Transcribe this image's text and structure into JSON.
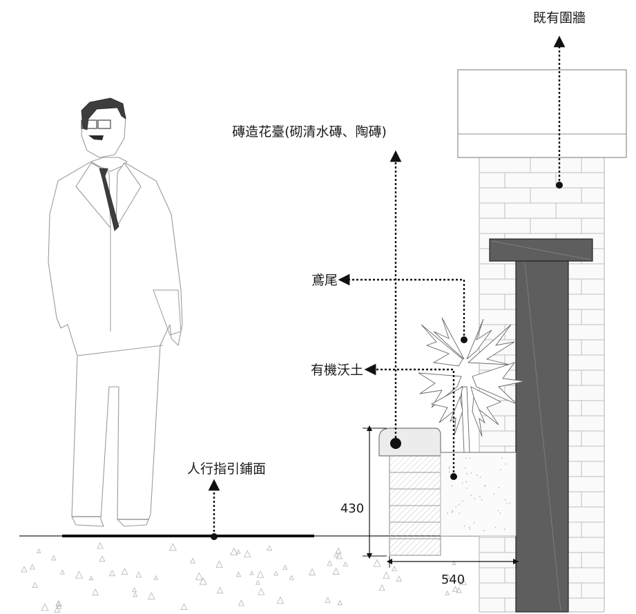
{
  "labels": {
    "existing_wall": "既有圍牆",
    "brick_planter": "磚造花臺(砌清水磚、陶磚)",
    "iris": "鳶尾",
    "organic_soil": "有機沃土",
    "pedestrian_paving": "人行指引鋪面"
  },
  "dimensions": {
    "height": "430",
    "width": "540"
  }
}
